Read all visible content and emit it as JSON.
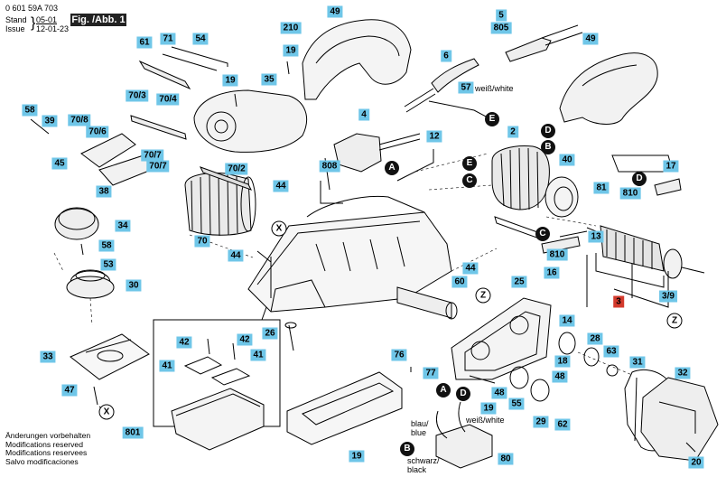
{
  "header": {
    "doc_number": "0 601 59A 703",
    "stand_label": "Stand",
    "stand_value": "05-01",
    "issue_label": "Issue",
    "issue_value": "12-01-23",
    "figure_label": "Fig. /Abb. 1"
  },
  "part_labels": {
    "l49a": "49",
    "l210": "210",
    "l5": "5",
    "l805": "805",
    "l49b": "49",
    "l61": "61",
    "l71": "71",
    "l54": "54",
    "l19a": "19",
    "l6": "6",
    "l19b": "19",
    "l35": "35",
    "l57": "57",
    "l58a": "58",
    "l39": "39",
    "l70_8": "70/8",
    "l70_3": "70/3",
    "l70_4": "70/4",
    "l4": "4",
    "l12": "12",
    "l70_6": "70/6",
    "l45": "45",
    "l70_7a": "70/7",
    "l70_7b": "70/7",
    "l70_2": "70/2",
    "l38": "38",
    "l808": "808",
    "l2": "2",
    "l40": "40",
    "l17": "17",
    "l810a": "810",
    "l81": "81",
    "l44a": "44",
    "l34": "34",
    "l70": "70",
    "l44b": "44",
    "l44c": "44",
    "l58b": "58",
    "l53": "53",
    "l13": "13",
    "l810b": "810",
    "l16": "16",
    "l3_9": "3/9",
    "l30": "30",
    "l60": "60",
    "l25": "25",
    "l3": "3",
    "l14": "14",
    "l26": "26",
    "l42a": "42",
    "l42b": "42",
    "l33": "33",
    "l41a": "41",
    "l41b": "41",
    "l28": "28",
    "l63": "63",
    "l31": "31",
    "l32": "32",
    "l76": "76",
    "l77": "77",
    "l18": "18",
    "l47": "47",
    "l48a": "48",
    "l48b": "48",
    "l55": "55",
    "l29": "29",
    "l62": "62",
    "l19c": "19",
    "l801": "801",
    "l19d": "19",
    "l80": "80",
    "l20": "20"
  },
  "markers": {
    "mD1": "D",
    "mB1": "B",
    "mE1": "E",
    "mC1": "C",
    "mA1": "A",
    "mE2": "E",
    "mD2": "D",
    "mC2": "C",
    "mX1": "X",
    "mZ1": "Z",
    "mZ2": "Z",
    "mX2": "X",
    "mA2": "A",
    "mD3": "D",
    "mB2": "B"
  },
  "wire_labels": {
    "white1": "weiß/white",
    "white2": "weiß/white",
    "blue": "blau/\nblue",
    "black": "schwarz/\nblack"
  },
  "notes": [
    "Änderungen vorbehalten",
    "Modifications reserved",
    "Modifications reservees",
    "Salvo modificaciones"
  ],
  "colors": {
    "label_bg": "#6fc6e8",
    "highlight_label_bg": "#d33a2c",
    "line": "#000000"
  }
}
